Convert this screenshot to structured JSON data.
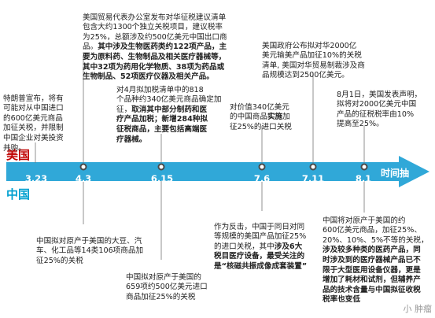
{
  "labels": {
    "usa": "美国",
    "china": "中国",
    "timeline": "时间抽"
  },
  "colors": {
    "usa": "#c00000",
    "china": "#00a0d0",
    "arrow": "#30a8d8",
    "leader": "#777777"
  },
  "dates": [
    "3.23",
    "4.3",
    "6.15",
    "7.6",
    "7.11",
    "8.1"
  ],
  "usa_notes": [
    {
      "text": "特朗普宣布，将有\n可能对从中国进口\n的600亿美元商品\n加征关税，并限制\n中国企业对美投资\n并购。",
      "bold": ""
    },
    {
      "text": "美国贸易代表办公室发布对华征税建议清单\n包含大约1300个独立关税项目，建议税率\n为25%，总额涉及约500亿美元中国出口商\n品。",
      "bold": "其中涉及生物医药类约122项产品，主\n要为原料药、生物制品及相关医疗器械等，\n其中32项为药用化学物质、38项为药品或\n生物制品、52项医疗仪器及相关产品。"
    },
    {
      "text": "对4月拟加税清单中的818\n个品种约340亿美元商品确定加\n征，",
      "bold": "取消其中部分制药和医\n疗产品加税；新增284种拟\n征税商品，主要包括高端医\n疗器械。"
    },
    {
      "text": "对价值340亿美元\n的中国商品",
      "bold": "实施",
      "tail": "加\n征25%的进口关税"
    },
    {
      "text": "美国政府公布拟对华2000亿\n美元输美产品加征10%的关税\n清单, 美国对华贸易制裁涉及商\n品规模达到2500亿美元。",
      "bold": ""
    },
    {
      "text": "8月1日，美国发表声明，\n拟将对2000亿美元中国\n产品的征税税率由10%\n提高至25%。",
      "bold": ""
    }
  ],
  "china_notes": [
    {
      "text": "中国拟对原产于美国的大豆、汽\n车、化工品等14类106项商品加\n征25%的关税",
      "bold": ""
    },
    {
      "text": "中国拟对原产于美国的\n659项约500亿美元进口\n商品加征25%的关税",
      "bold": ""
    },
    {
      "text": "作为反击，中国于同日对同\n等规模的美国产品加征25%\n的进口关税，其中",
      "bold": "涉及6大\n税目医疗设备，最受关注的\n是“核磁共振成像成套装置”"
    },
    {
      "text": "中国将对原产于美国的约\n600亿美元商品，加征25%、\n20%、10%、5%不等的关税，\n",
      "bold": "涉及较多种类的医药产品，同\n时涉及到的医疗器械产品已不\n限于大型医用设备仪器，更是\n增加了耗材和试剂，但辅养产\n品的技术含量与中国拟征收税\n税率也变低"
    }
  ],
  "watermark": "小 肿瘤"
}
